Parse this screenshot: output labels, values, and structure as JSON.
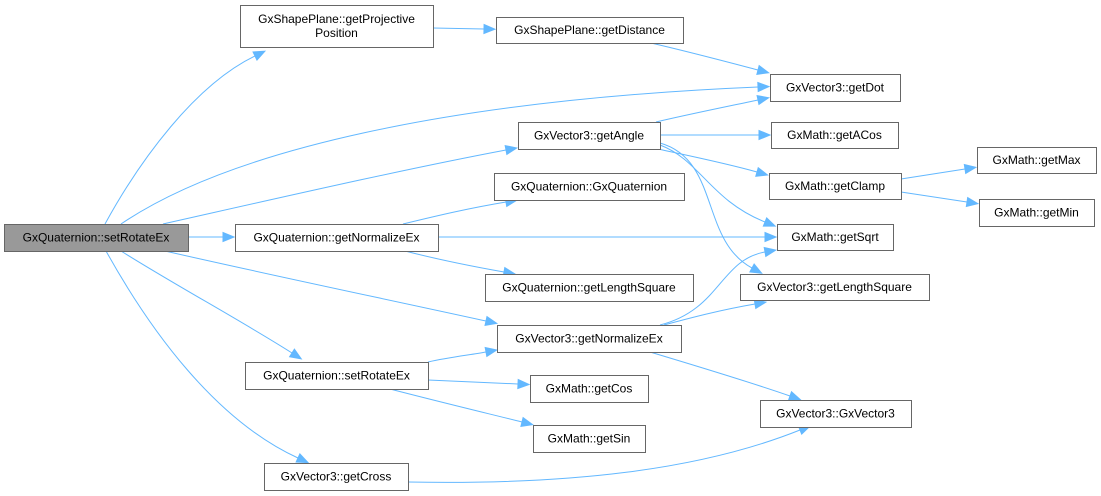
{
  "diagram": {
    "type": "call-graph",
    "colors": {
      "edge": "#63b8ff",
      "root_fill": "#999999",
      "node_fill": "#ffffff",
      "node_border": "#666666"
    },
    "nodes": [
      {
        "id": "root",
        "lines": [
          "GxQuaternion::setRotateEx"
        ],
        "root": true
      },
      {
        "id": "getProjectivePosition",
        "lines": [
          "GxShapePlane::getProjective",
          "Position"
        ]
      },
      {
        "id": "getDistance",
        "lines": [
          "GxShapePlane::getDistance"
        ]
      },
      {
        "id": "getDot",
        "lines": [
          "GxVector3::getDot"
        ]
      },
      {
        "id": "getAngle",
        "lines": [
          "GxVector3::getAngle"
        ]
      },
      {
        "id": "getACos",
        "lines": [
          "GxMath::getACos"
        ]
      },
      {
        "id": "getClamp",
        "lines": [
          "GxMath::getClamp"
        ]
      },
      {
        "id": "getMax",
        "lines": [
          "GxMath::getMax"
        ]
      },
      {
        "id": "getMin",
        "lines": [
          "GxMath::getMin"
        ]
      },
      {
        "id": "qCtor",
        "lines": [
          "GxQuaternion::GxQuaternion"
        ]
      },
      {
        "id": "qGetNormalizeEx",
        "lines": [
          "GxQuaternion::getNormalizeEx"
        ]
      },
      {
        "id": "getSqrt",
        "lines": [
          "GxMath::getSqrt"
        ]
      },
      {
        "id": "qGetLengthSquare",
        "lines": [
          "GxQuaternion::getLengthSquare"
        ]
      },
      {
        "id": "vGetLengthSquare",
        "lines": [
          "GxVector3::getLengthSquare"
        ]
      },
      {
        "id": "vGetNormalizeEx",
        "lines": [
          "GxVector3::getNormalizeEx"
        ]
      },
      {
        "id": "qSetRotateEx",
        "lines": [
          "GxQuaternion::setRotateEx"
        ]
      },
      {
        "id": "getCos",
        "lines": [
          "GxMath::getCos"
        ]
      },
      {
        "id": "getSin",
        "lines": [
          "GxMath::getSin"
        ]
      },
      {
        "id": "vCtor",
        "lines": [
          "GxVector3::GxVector3"
        ]
      },
      {
        "id": "getCross",
        "lines": [
          "GxVector3::getCross"
        ]
      }
    ],
    "edges": [
      [
        "root",
        "getProjectivePosition"
      ],
      [
        "root",
        "getDot"
      ],
      [
        "root",
        "getAngle"
      ],
      [
        "root",
        "qGetNormalizeEx"
      ],
      [
        "root",
        "vGetNormalizeEx"
      ],
      [
        "root",
        "qSetRotateEx"
      ],
      [
        "root",
        "getCross"
      ],
      [
        "getProjectivePosition",
        "getDistance"
      ],
      [
        "getDistance",
        "getDot"
      ],
      [
        "getAngle",
        "getDot"
      ],
      [
        "getAngle",
        "getACos"
      ],
      [
        "getAngle",
        "getClamp"
      ],
      [
        "getAngle",
        "getSqrt"
      ],
      [
        "getAngle",
        "vGetLengthSquare"
      ],
      [
        "getClamp",
        "getMax"
      ],
      [
        "getClamp",
        "getMin"
      ],
      [
        "qGetNormalizeEx",
        "qCtor"
      ],
      [
        "qGetNormalizeEx",
        "getSqrt"
      ],
      [
        "qGetNormalizeEx",
        "qGetLengthSquare"
      ],
      [
        "vGetNormalizeEx",
        "getSqrt"
      ],
      [
        "vGetNormalizeEx",
        "vGetLengthSquare"
      ],
      [
        "vGetNormalizeEx",
        "vCtor"
      ],
      [
        "qSetRotateEx",
        "vGetNormalizeEx"
      ],
      [
        "qSetRotateEx",
        "getCos"
      ],
      [
        "qSetRotateEx",
        "getSin"
      ],
      [
        "getCross",
        "vCtor"
      ]
    ]
  }
}
